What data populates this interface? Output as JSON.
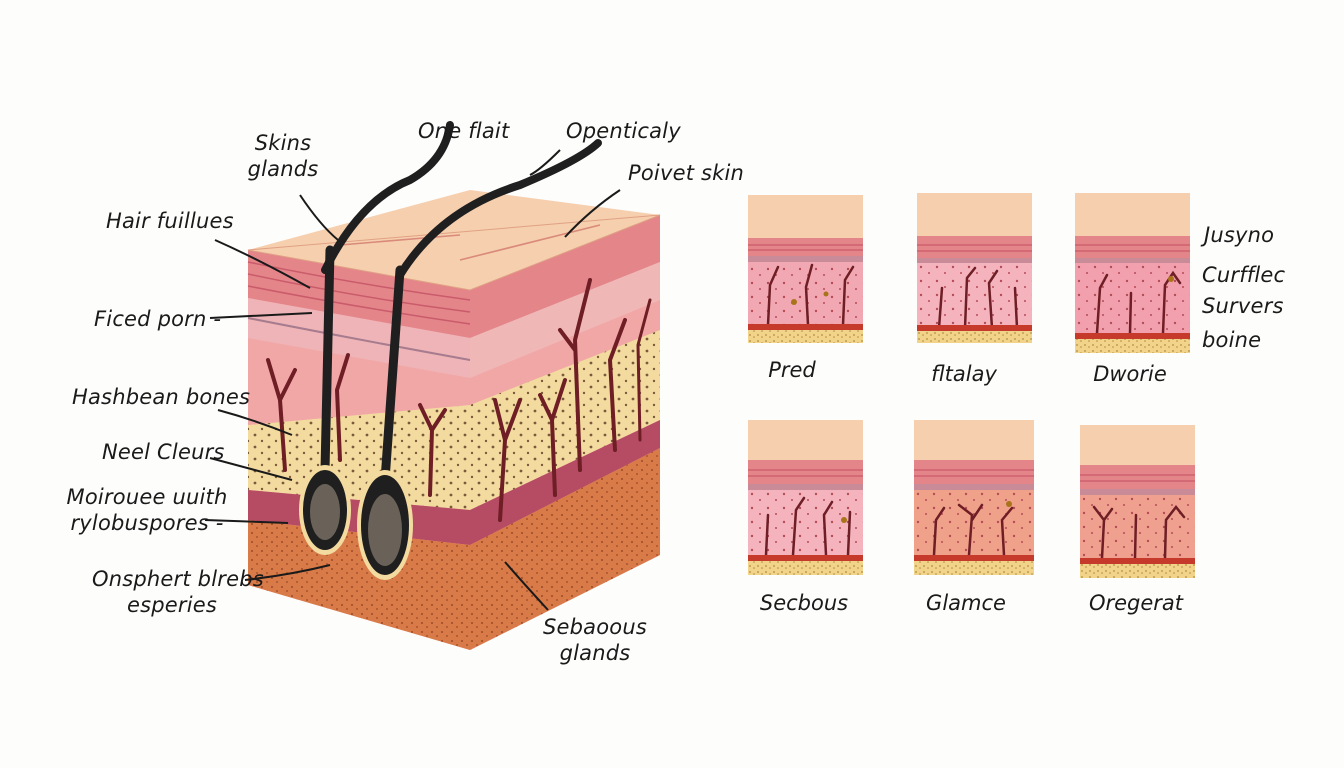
{
  "main_labels": {
    "skins_glands": [
      "Skins",
      "glands"
    ],
    "one_flait": "One flait",
    "openticaly": "Openticaly",
    "poivet_skin": "Poivet skin",
    "hair_fuillues": "Hair fuillues",
    "ficed_porn": "Ficed porn -",
    "hashbean_bones": "Hashbean bones",
    "neel_cleurs": "Neel Cleurs",
    "moirouee": [
      "Moirouee uuith",
      "rylobuspores -"
    ],
    "onsphert": [
      "Onsphert blrebs",
      "esperies"
    ],
    "sebaoous": [
      "Sebaoous",
      "glands"
    ]
  },
  "side_labels": [
    "Jusyno",
    "Curfflec",
    "Survers",
    "boine"
  ],
  "samples": [
    {
      "caption": "Pred"
    },
    {
      "caption": "fltalay"
    },
    {
      "caption": "Dworie"
    },
    {
      "caption": "Secbous"
    },
    {
      "caption": "Glamce"
    },
    {
      "caption": "Oregerat"
    }
  ],
  "colors": {
    "surface": "#f6cfae",
    "epidermis": "#e58b8a",
    "dermis": "#f1a7a6",
    "fat": "#f1d99c",
    "deep": "#d9794a",
    "vessel": "#6e1e24",
    "hair": "#1f1f1f"
  }
}
